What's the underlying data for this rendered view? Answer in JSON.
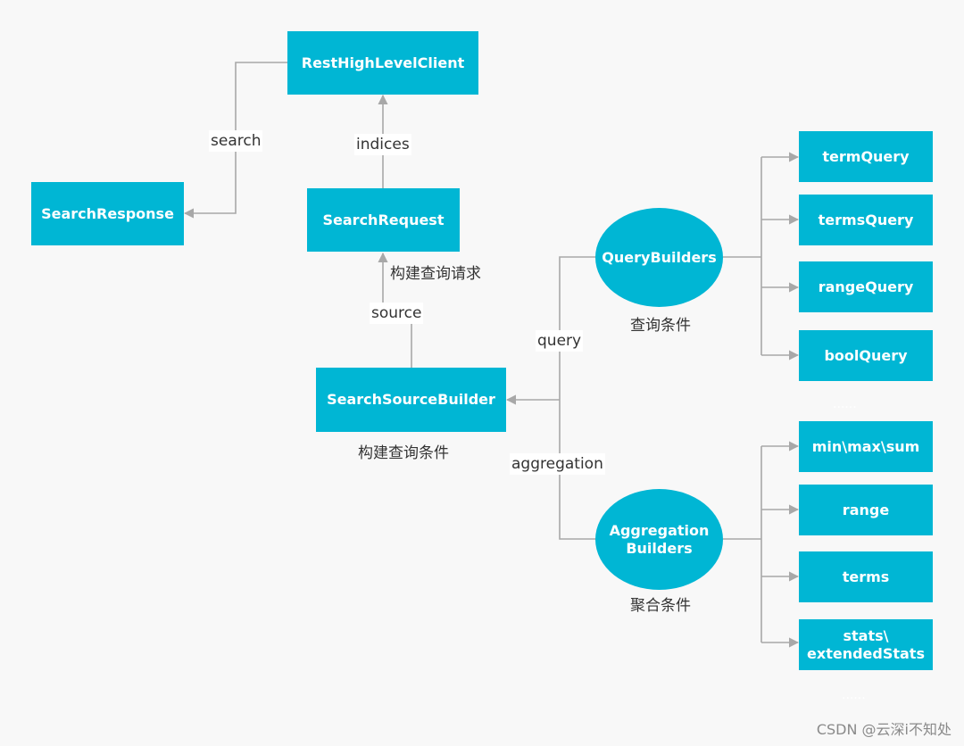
{
  "nodes": {
    "rest_high_level_client": "RestHighLevelClient",
    "search_response": "SearchResponse",
    "search_request": "SearchRequest",
    "search_source_builder": "SearchSourceBuilder",
    "query_builders": "QueryBuilders",
    "aggregation_builders": "Aggregation\nBuilders",
    "term_query": "termQuery",
    "terms_query": "termsQuery",
    "range_query": "rangeQuery",
    "bool_query": "boolQuery",
    "min_max_sum": "min\\max\\sum",
    "range": "range",
    "terms": "terms",
    "stats_extended": "stats\\\nextendedStats"
  },
  "edge_labels": {
    "search": "search",
    "indices": "indices",
    "build_request": "构建查询请求",
    "source": "source",
    "query": "query",
    "aggregation": "aggregation"
  },
  "captions": {
    "query_conditions": "查询条件",
    "build_conditions": "构建查询条件",
    "aggregation_conditions": "聚合条件"
  },
  "ellipsis": "......",
  "watermark": "CSDN @云深i不知处",
  "colors": {
    "node_fill": "#00b6d4",
    "edge": "#a8a8a8",
    "background": "#f8f8f8"
  }
}
